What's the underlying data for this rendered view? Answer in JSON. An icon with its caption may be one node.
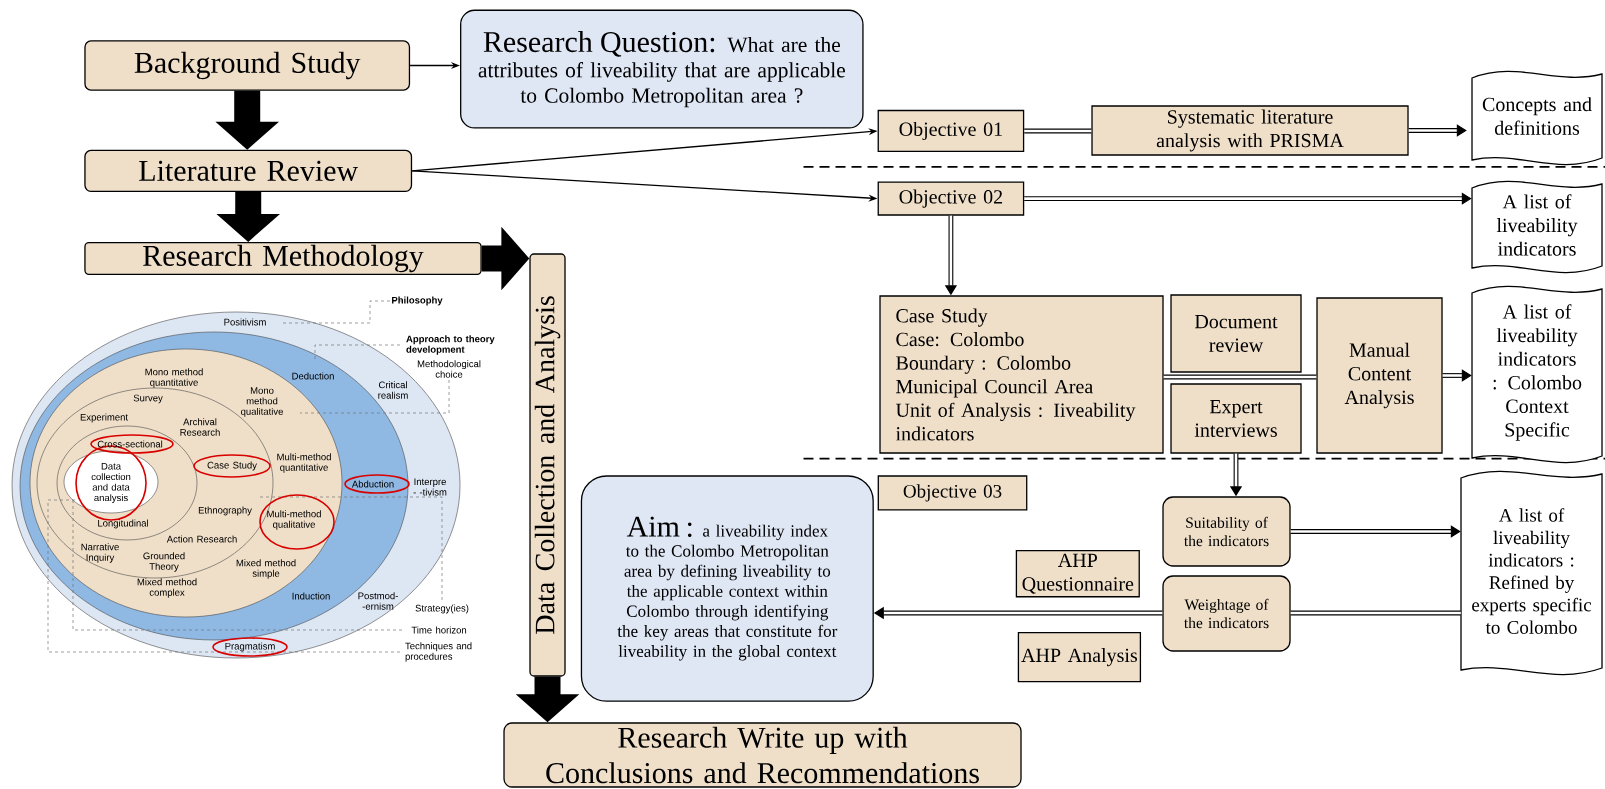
{
  "diagram": {
    "nodes": [
      {
        "text": [
          "Background Study"
        ]
      },
      {
        "text": [
          "Research Question:",
          "What are the attributes of liveability that are applicable to Colombo Metropolitan area ?"
        ]
      },
      {
        "text": [
          "Literature Review"
        ]
      },
      {
        "text": [
          "Research Methodology"
        ]
      },
      {
        "text": [
          "Data Collection and Analysis"
        ]
      },
      {
        "text": [
          "Research Write up with Conclusions and Recommendations"
        ]
      },
      {
        "text": [
          "Objective 01"
        ]
      },
      {
        "text": [
          "Systematic literature analysis with PRISMA"
        ]
      },
      {
        "text": [
          "Concepts and definitions"
        ]
      },
      {
        "text": [
          "Objective 02"
        ]
      },
      {
        "text": [
          "A list of liveability indicators"
        ]
      },
      {
        "text": [
          "Case Study",
          "Case: Colombo",
          "Boundary : Colombo Municipal Council Area",
          "Unit of Analysis : Iiveability indicators"
        ]
      },
      {
        "text": [
          "Document review"
        ]
      },
      {
        "text": [
          "Expert interviews"
        ]
      },
      {
        "text": [
          "Manual Content Analysis"
        ]
      },
      {
        "text": [
          "A list of liveability indicators : Colombo Context Specific"
        ]
      },
      {
        "text": [
          "Aim :",
          "a liveability index to the Colombo Metropolitan area by defining liveability to the applicable context within Colombo through identifying the key areas that constitute for liveability in the global context"
        ]
      },
      {
        "text": [
          "Objective 03"
        ]
      },
      {
        "text": [
          "AHP Questionnaire"
        ]
      },
      {
        "text": [
          "AHP Analysis"
        ]
      },
      {
        "text": [
          "Suitability of the indicators"
        ]
      },
      {
        "text": [
          "Weightage of the indicators"
        ]
      },
      {
        "text": [
          "A list of liveability indicators : Refined by experts specific to Colombo"
        ]
      }
    ],
    "edges": [
      {
        "from": 0,
        "to": 1,
        "arrow": "to"
      },
      {
        "from": 0,
        "to": 2,
        "arrow": "to",
        "style": "thick"
      },
      {
        "from": 2,
        "to": 3,
        "arrow": "to",
        "style": "thick"
      },
      {
        "from": 3,
        "to": 4,
        "arrow": "to",
        "style": "thick"
      },
      {
        "from": 4,
        "to": 5,
        "arrow": "to",
        "style": "thick"
      },
      {
        "from": 2,
        "to": 6,
        "arrow": "to"
      },
      {
        "from": 2,
        "to": 9,
        "arrow": "to"
      },
      {
        "from": 6,
        "to": 7,
        "arrow": "none"
      },
      {
        "from": 7,
        "to": 8,
        "arrow": "to"
      },
      {
        "from": 9,
        "to": 10,
        "arrow": "to"
      },
      {
        "from": 9,
        "to": 11,
        "arrow": "to"
      },
      {
        "from": 11,
        "to": 14,
        "arrow": "none"
      },
      {
        "from": 14,
        "to": 15,
        "arrow": "to"
      },
      {
        "from": 13,
        "to": 20,
        "arrow": "to"
      },
      {
        "from": 20,
        "to": 22,
        "arrow": "to"
      },
      {
        "from": 22,
        "to": 21,
        "arrow": "none"
      },
      {
        "from": 21,
        "to": 16,
        "arrow": "to"
      }
    ],
    "labels": [
      "Philosophy",
      "Positivism",
      "Approach to theory development",
      "Methodological choice",
      "Deduction",
      "Critical realism",
      "Mono method quantitative",
      "Mono method qualitative",
      "Survey",
      "Experiment",
      "Archival Research",
      "Cross-sectional",
      "Case Study",
      "Multi-method quantitative",
      "Data collection and data analysis",
      "Abduction",
      "Interpre - -tivism",
      "Ethnography",
      "Multi-method qualitative",
      "Longitudinal",
      "Action Research",
      "Narrative Inquiry",
      "Grounded Theory",
      "Mixed method simple",
      "Mixed method complex",
      "Induction",
      "Postmod- -ernism",
      "Strategy(ies)",
      "Time horizon",
      "Pragmatism",
      "Techniques and procedures"
    ]
  }
}
